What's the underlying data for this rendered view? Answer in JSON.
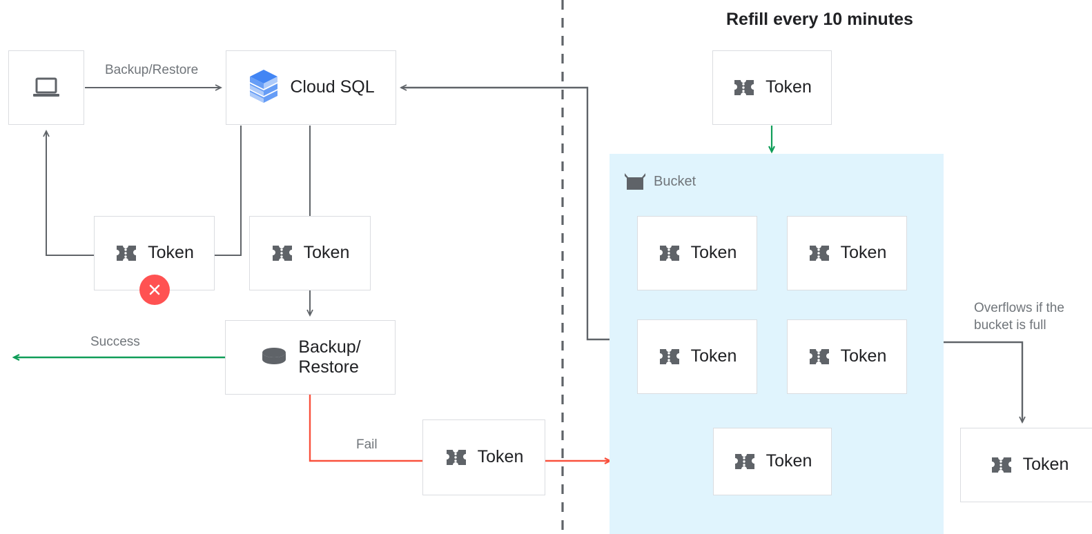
{
  "title": "Cloud SQL token bucket backup/restore quota diagram",
  "colors": {
    "box_border": "#dadce0",
    "wire": "#5f6368",
    "success_green": "#0f9d58",
    "fail_red": "#f9503c",
    "bucket_fill": "#e0f4fd",
    "error_red": "#ff5252",
    "token_icon": "#5f6368",
    "text_primary": "#202124",
    "text_secondary": "#70757a",
    "cloudsql_blue_dark": "#4285f4",
    "cloudsql_blue_mid": "#669df6",
    "cloudsql_blue_light": "#aecbfa"
  },
  "nodes": {
    "client": {
      "label": "",
      "icon": "laptop-icon"
    },
    "cloud_sql": {
      "label": "Cloud SQL",
      "icon": "cloud-sql-icon"
    },
    "token_retry": {
      "label": "Token",
      "icon": "token-icon",
      "badge": "error-x-icon"
    },
    "token_consume": {
      "label": "Token",
      "icon": "token-icon"
    },
    "backup_restore": {
      "label": "Backup/\nRestore",
      "icon": "database-icon"
    },
    "token_fail": {
      "label": "Token",
      "icon": "token-icon"
    },
    "token_refill": {
      "label": "Token",
      "icon": "token-icon"
    },
    "token_overflow": {
      "label": "Token",
      "icon": "token-icon"
    }
  },
  "bucket": {
    "title": "Bucket",
    "icon": "bucket-icon",
    "tokens": [
      {
        "label": "Token",
        "icon": "token-icon"
      },
      {
        "label": "Token",
        "icon": "token-icon"
      },
      {
        "label": "Token",
        "icon": "token-icon"
      },
      {
        "label": "Token",
        "icon": "token-icon"
      },
      {
        "label": "Token",
        "icon": "token-icon"
      }
    ]
  },
  "headings": {
    "refill": "Refill every 10 minutes"
  },
  "edge_labels": {
    "backup_restore": "Backup/Restore",
    "success": "Success",
    "fail": "Fail",
    "overflow": "Overflows if the\nbucket is full"
  }
}
